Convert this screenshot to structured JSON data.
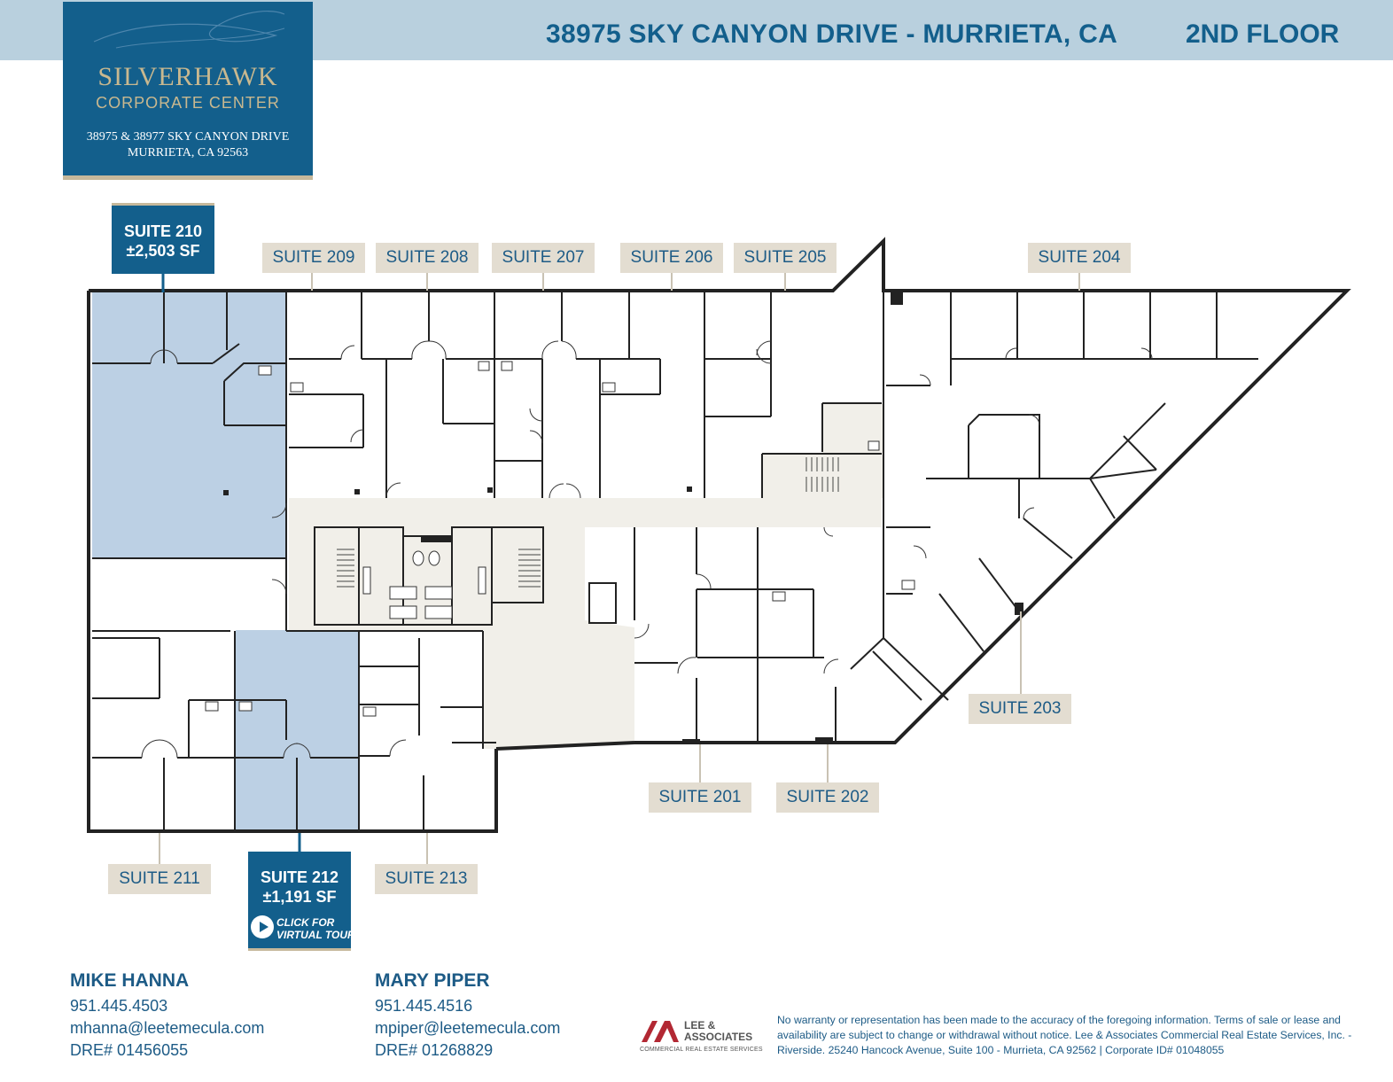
{
  "header": {
    "address": "38975 SKY CANYON DRIVE - MURRIETA, CA",
    "floor": "2ND FLOOR"
  },
  "logo": {
    "name": "SILVERHAWK",
    "subtitle": "CORPORATE CENTER",
    "address_line1": "38975 & 38977 SKY CANYON DRIVE",
    "address_line2": "MURRIETA, CA 92563"
  },
  "available_suites": [
    {
      "label": "SUITE 210",
      "area": "±2,503 SF"
    },
    {
      "label": "SUITE 212",
      "area": "±1,191 SF",
      "tour_line1": "CLICK FOR",
      "tour_line2": "VIRTUAL TOUR"
    }
  ],
  "suites": {
    "s201": "SUITE 201",
    "s202": "SUITE 202",
    "s203": "SUITE 203",
    "s204": "SUITE 204",
    "s205": "SUITE 205",
    "s206": "SUITE 206",
    "s207": "SUITE 207",
    "s208": "SUITE 208",
    "s209": "SUITE 209",
    "s211": "SUITE 211",
    "s213": "SUITE 213"
  },
  "contacts": [
    {
      "name": "MIKE HANNA",
      "phone": "951.445.4503",
      "email": "mhanna@leetemecula.com",
      "dre": "DRE# 01456055"
    },
    {
      "name": "MARY PIPER",
      "phone": "951.445.4516",
      "email": "mpiper@leetemecula.com",
      "dre": "DRE# 01268829"
    }
  ],
  "brokerage": {
    "name_line1": "LEE &",
    "name_line2": "ASSOCIATES",
    "tagline": "COMMERCIAL REAL ESTATE SERVICES"
  },
  "disclaimer": "No warranty or representation has been made to the accuracy of the foregoing information. Terms of sale or lease and availability are subject to change or withdrawal without notice. Lee & Associates Commercial Real Estate Services, Inc. - Riverside. 25240 Hancock Avenue, Suite 100 - Murrieta, CA 92562 | Corporate ID# 01048055",
  "colors": {
    "brand_blue": "#135f8c",
    "header_band": "#b9d0de",
    "available_fill": "#bcd0e4",
    "common_area": "#f1efe9",
    "tag_fill": "#e3ddd1",
    "gold": "#c9b88f"
  }
}
